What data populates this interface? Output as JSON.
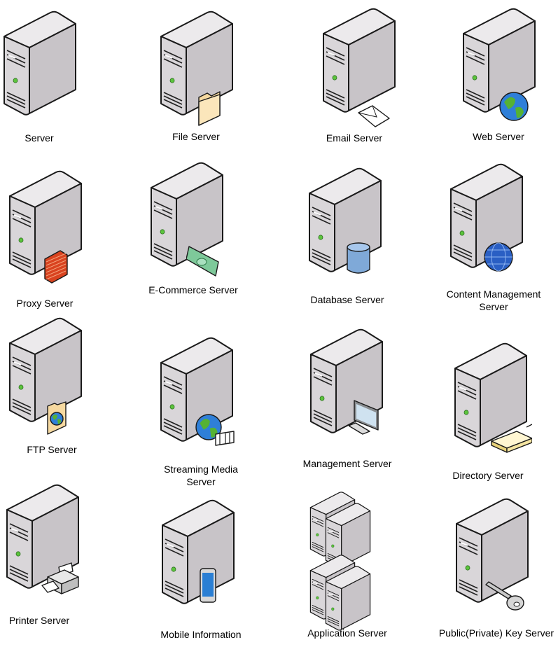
{
  "stencils": [
    {
      "id": "server",
      "label": [
        "Server"
      ],
      "badge": "none"
    },
    {
      "id": "file-server",
      "label": [
        "File Server"
      ],
      "badge": "folder-icon"
    },
    {
      "id": "email-server",
      "label": [
        "Email Server"
      ],
      "badge": "envelope-icon"
    },
    {
      "id": "web-server",
      "label": [
        "Web Server"
      ],
      "badge": "globe-icon"
    },
    {
      "id": "proxy-server",
      "label": [
        "Proxy Server"
      ],
      "badge": "firewall-icon"
    },
    {
      "id": "ecommerce-server",
      "label": [
        "E-Commerce Server"
      ],
      "badge": "banknote-icon"
    },
    {
      "id": "database-server",
      "label": [
        "Database Server"
      ],
      "badge": "database-cylinder-icon"
    },
    {
      "id": "content-management-server",
      "label": [
        "Content Management",
        "Server"
      ],
      "badge": "blue-sphere-icon"
    },
    {
      "id": "ftp-server",
      "label": [
        "FTP Server"
      ],
      "badge": "globe-folder-icon"
    },
    {
      "id": "streaming-media-server",
      "label": [
        "Streaming Media",
        "Server"
      ],
      "badge": "globe-film-icon"
    },
    {
      "id": "management-server",
      "label": [
        "Management Server"
      ],
      "badge": "monitor-keyboard-icon"
    },
    {
      "id": "directory-server",
      "label": [
        "Directory Server"
      ],
      "badge": "book-icon"
    },
    {
      "id": "printer-server",
      "label": [
        "Printer  Server"
      ],
      "badge": "printer-icon"
    },
    {
      "id": "mobile-information",
      "label": [
        "Mobile Information"
      ],
      "badge": "phone-icon"
    },
    {
      "id": "application-server",
      "label": [
        "Application Server"
      ],
      "badge": "server-stack-icon"
    },
    {
      "id": "key-server",
      "label": [
        "Public(Private) Key Server"
      ],
      "badge": "key-icon"
    }
  ]
}
